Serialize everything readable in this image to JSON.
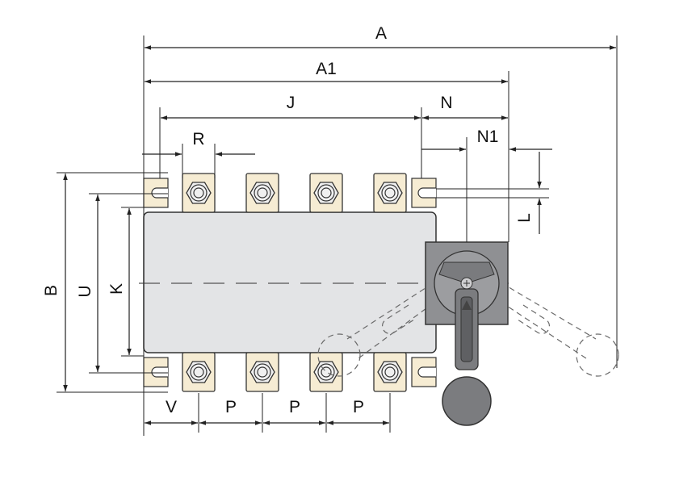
{
  "labels": {
    "A": "A",
    "A1": "A1",
    "J": "J",
    "N": "N",
    "N1": "N1",
    "R": "R",
    "L": "L",
    "B": "B",
    "U": "U",
    "K": "K",
    "V": "V",
    "P1": "P",
    "P2": "P",
    "P3": "P"
  },
  "colors": {
    "body_fill": "#e3e4e6",
    "terminal_fill": "#f6ecd3",
    "handle_fill": "#8f9093",
    "line": "#222222"
  }
}
